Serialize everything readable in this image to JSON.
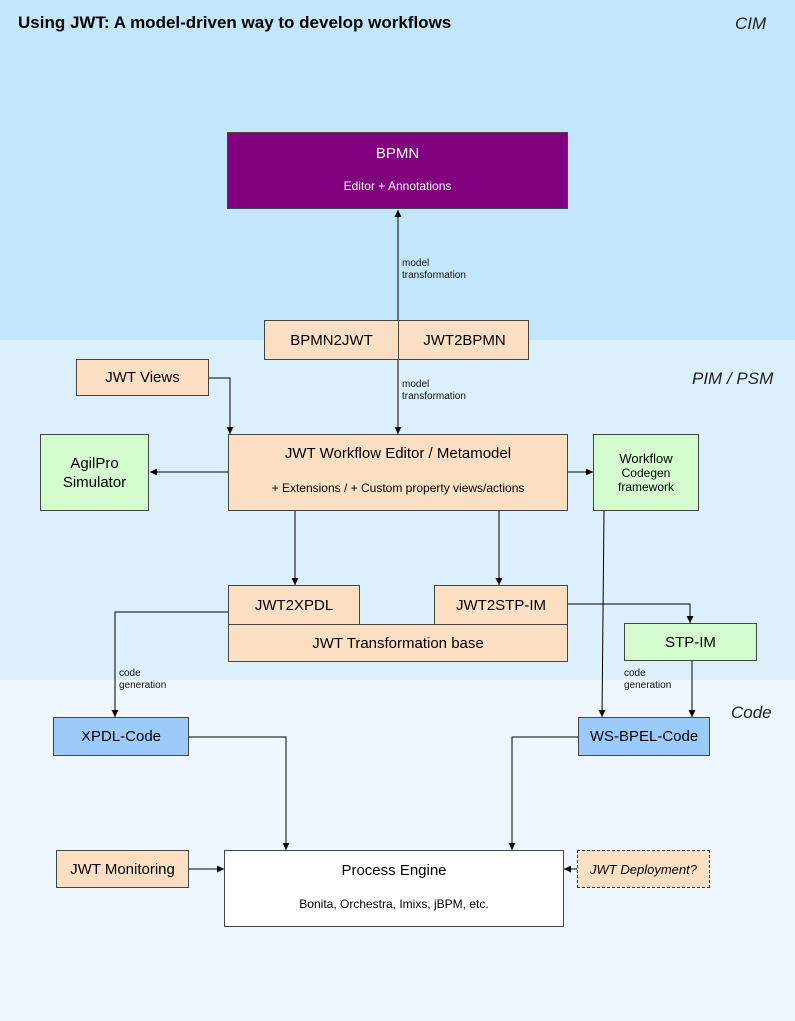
{
  "title": "Using JWT: A model-driven way to develop workflows",
  "layers": {
    "cim": "CIM",
    "pim": "PIM / PSM",
    "code": "Code"
  },
  "nodes": {
    "bpmn": {
      "title": "BPMN",
      "subtitle": "Editor + Annotations"
    },
    "bpmn2jwt": "BPMN2JWT",
    "jwt2bpmn": "JWT2BPMN",
    "jwt_views": "JWT Views",
    "editor": {
      "title": "JWT Workflow Editor / Metamodel",
      "subtitle": "+ Extensions / + Custom property views/actions"
    },
    "agilpro": {
      "line1": "AgilPro",
      "line2": "Simulator"
    },
    "codegen": {
      "line1": "Workflow",
      "line2": "Codegen",
      "line3": "framework"
    },
    "jwt2xpdl": "JWT2XPDL",
    "jwt2stpim": "JWT2STP-IM",
    "transformation_base": "JWT Transformation base",
    "stpim": "STP-IM",
    "xpdl_code": "XPDL-Code",
    "wsbpel_code": "WS-BPEL-Code",
    "monitoring": "JWT Monitoring",
    "engine": {
      "title": "Process Engine",
      "subtitle": "Bonita, Orchestra, Imixs, jBPM, etc."
    },
    "deployment": "JWT Deployment?"
  },
  "edge_labels": {
    "model_transformation_1": {
      "line1": "model",
      "line2": "transformation"
    },
    "model_transformation_2": {
      "line1": "model",
      "line2": "transformation"
    },
    "code_generation_1": {
      "line1": "code",
      "line2": "generation"
    },
    "code_generation_2": {
      "line1": "code",
      "line2": "generation"
    }
  },
  "colors": {
    "cim_band": "#c2e6fb",
    "pim_band": "#dcf0fc",
    "code_band": "#eef7fd",
    "peach": "#fde0c3",
    "green": "#d4fcce",
    "blue": "#9ccbfb",
    "purple": "#800080"
  }
}
